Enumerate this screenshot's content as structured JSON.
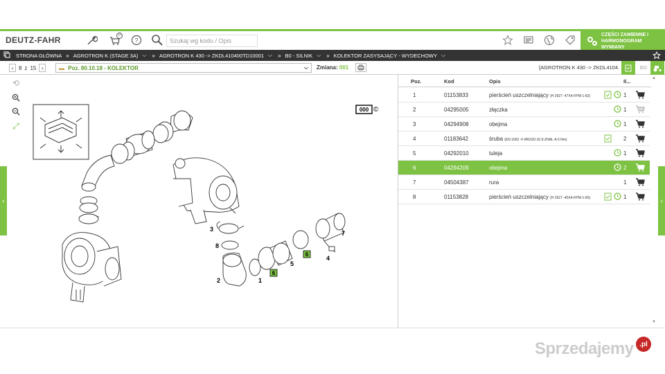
{
  "header": {
    "logo": "DEUTZ-FAHR",
    "cart_count": "0",
    "search_placeholder": "Szukaj wg kodu / Opis",
    "parts_button_label": "CZĘŚCI ZAMIENNE I HARMONOGRAM WYMIANY"
  },
  "breadcrumb": [
    {
      "label": "STRONA GŁÓWNA"
    },
    {
      "label": "AGROTRON K (STAGE 3A)"
    },
    {
      "label": "AGROTRON K 430 -> ZKDL410400TD10001"
    },
    {
      "label": "B0 - SILNIK"
    },
    {
      "label": "KOLEKTOR ZASYSAJĄCY - WYDECHOWY"
    }
  ],
  "toolbar": {
    "page_current": "8",
    "page_sep": "z",
    "page_total": "15",
    "position_select": "Poz. 80.10.18 - KOLEKTOR",
    "zmiana_label": "Zmiana:",
    "zmiana_value": "001",
    "path_select": "[AGROTRON K 430 -> ZKDL4104..."
  },
  "drawing": {
    "code_box": "000",
    "copyright": "©",
    "labels": [
      "1",
      "2",
      "3",
      "4",
      "5",
      "6",
      "6",
      "7",
      "8"
    ]
  },
  "table": {
    "columns": {
      "poz": "Poz.",
      "kod": "Kod",
      "opis": "Opis",
      "il": "Il..."
    },
    "rows": [
      {
        "poz": "1",
        "kod": "01153833",
        "opis": "pierścień uszczelniający",
        "note": "(H 2927 -47X4-FPM-1-82)",
        "doc": true,
        "clock": true,
        "qty": "1",
        "cart": true
      },
      {
        "poz": "2",
        "kod": "04295005",
        "opis": "złączka",
        "note": "",
        "doc": false,
        "clock": true,
        "qty": "1",
        "cart": false
      },
      {
        "poz": "3",
        "kod": "04294908",
        "opis": "obejma",
        "note": "",
        "doc": false,
        "clock": true,
        "qty": "1",
        "cart": true
      },
      {
        "poz": "4",
        "kod": "01183642",
        "opis": "śruba",
        "note": "(EN 1662 -F-M6X20-10.9-ZNAL-A 6 Nm)",
        "doc": true,
        "clock": false,
        "qty": "2",
        "cart": true
      },
      {
        "poz": "5",
        "kod": "04292010",
        "opis": "tuleja",
        "note": "",
        "doc": false,
        "clock": true,
        "qty": "1",
        "cart": true
      },
      {
        "poz": "6",
        "kod": "04294209",
        "opis": "obejma",
        "note": "",
        "doc": false,
        "clock": true,
        "qty": "2",
        "cart": true
      },
      {
        "poz": "7",
        "kod": "04504387",
        "opis": "rura",
        "note": "",
        "doc": false,
        "clock": false,
        "qty": "1",
        "cart": true
      },
      {
        "poz": "8",
        "kod": "01153828",
        "opis": "pierścień uszczelniający",
        "note": "(H 2927 -40X4-FPM-1-80)",
        "doc": true,
        "clock": true,
        "qty": "1",
        "cart": true
      }
    ],
    "selected_row": 5
  },
  "watermark": {
    "text": "Sprzedajemy",
    "badge": ".pl"
  },
  "colors": {
    "accent": "#7dc242",
    "dark_bar": "#333333"
  }
}
